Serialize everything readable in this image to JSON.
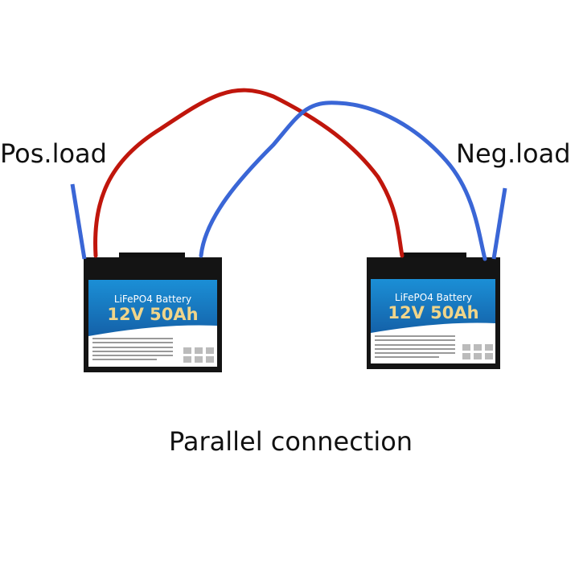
{
  "labels": {
    "positive_load": "Pos.load",
    "negative_load": "Neg.load",
    "caption": "Parallel connection"
  },
  "batteries": [
    {
      "title": "LiFePO4 Battery",
      "rating": "12V 50Ah"
    },
    {
      "title": "LiFePO4 Battery",
      "rating": "12V 50Ah"
    }
  ],
  "colors": {
    "positive_wire": "#c0160c",
    "negative_wire": "#3a66d6",
    "label_blue": "#1a82c8",
    "rating_gold": "#f0d58a"
  }
}
